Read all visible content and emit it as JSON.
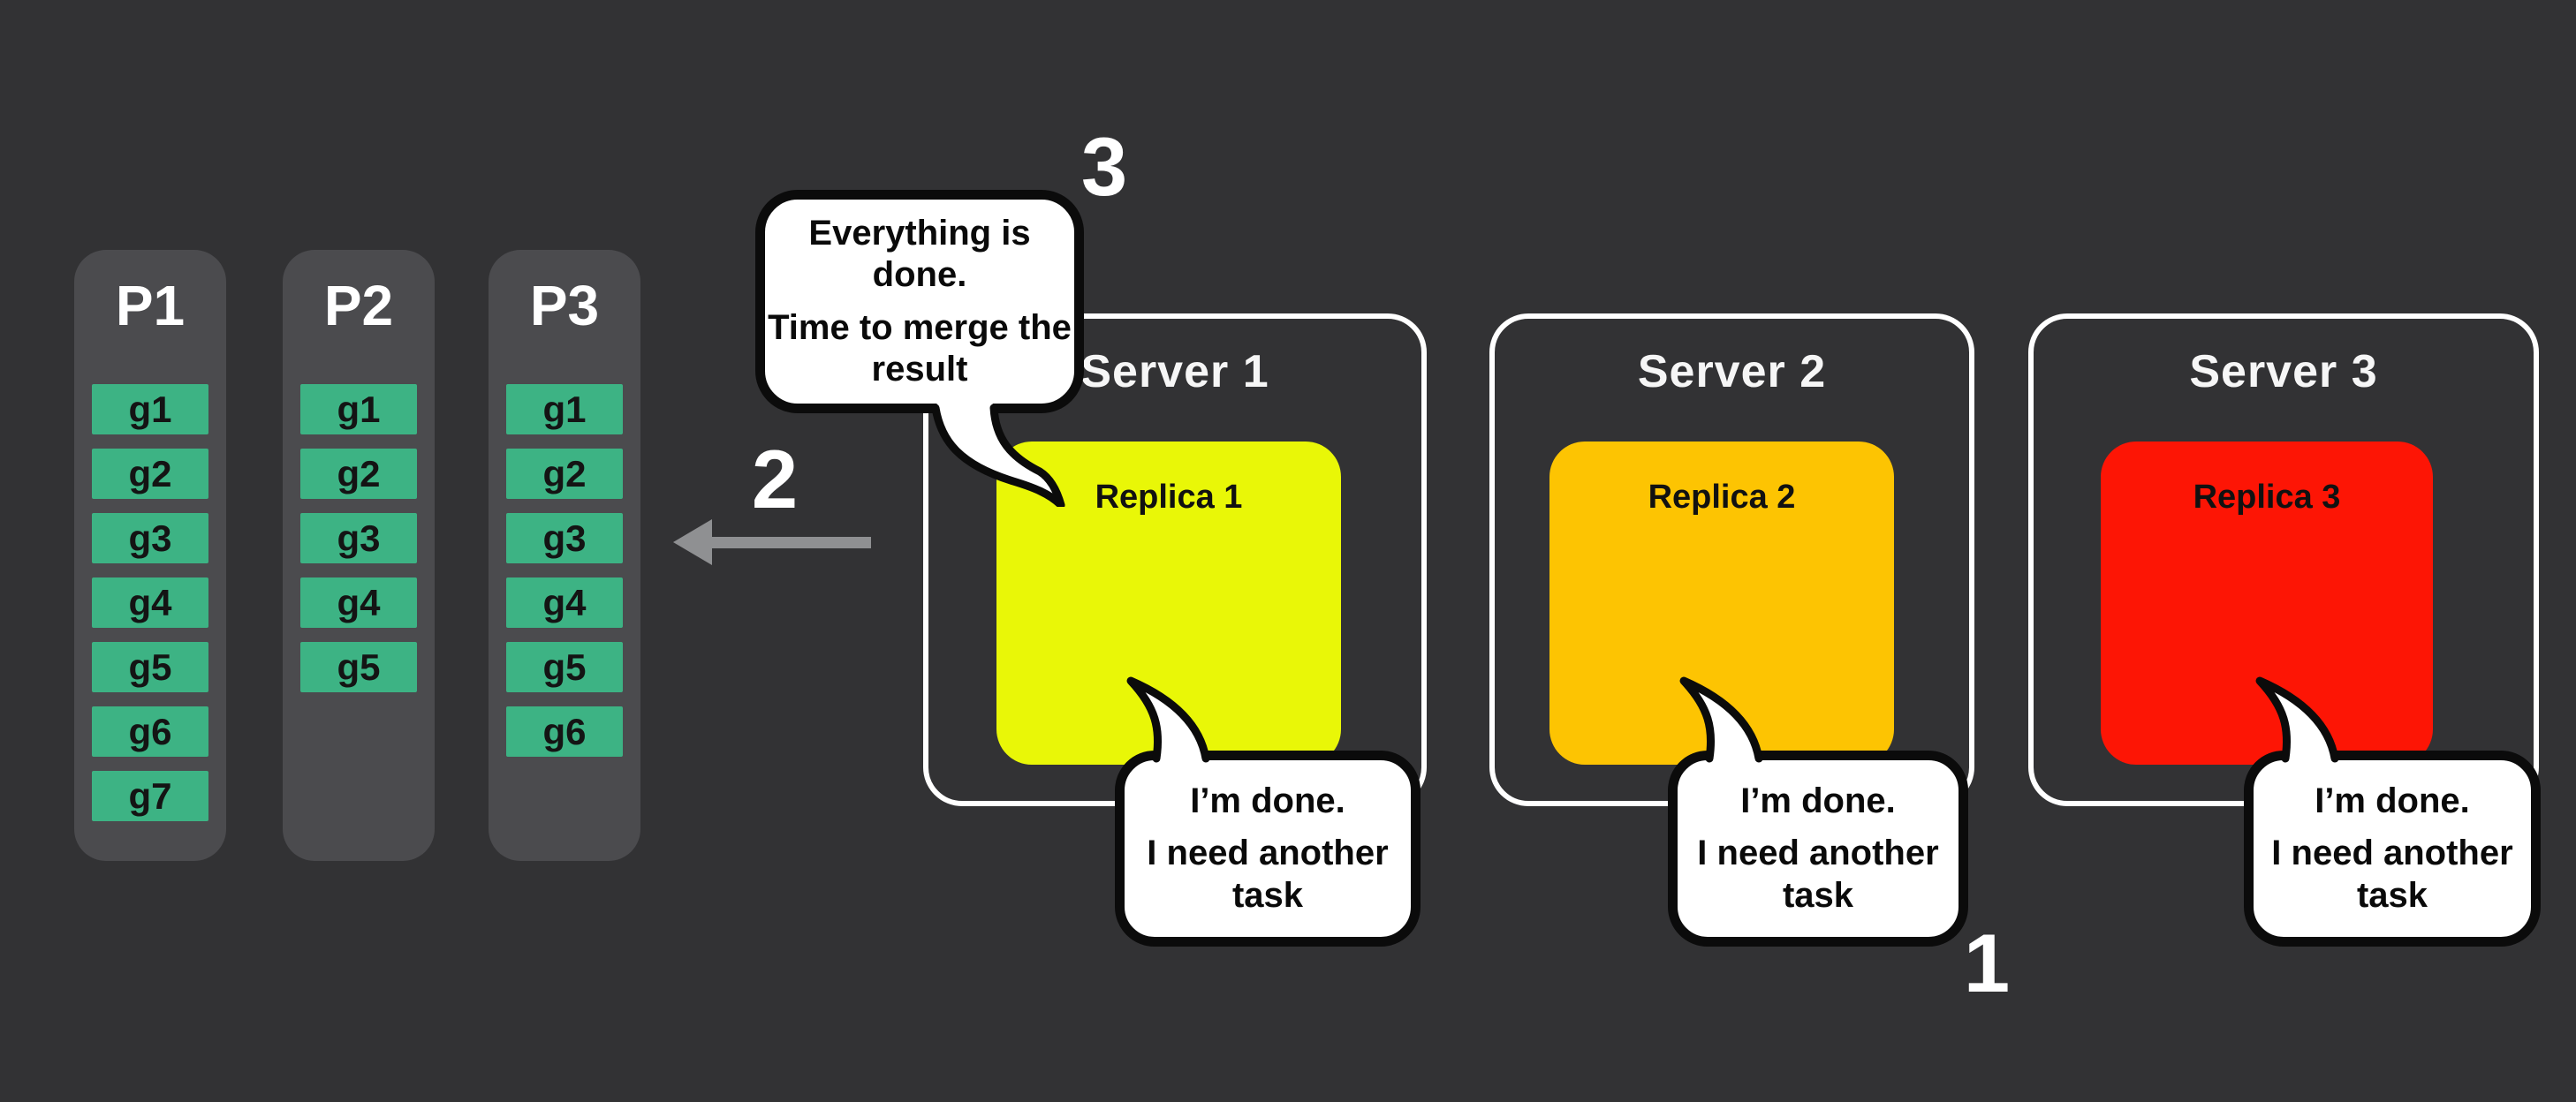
{
  "colors": {
    "background": "#323234",
    "partition_panel": "#4b4b4e",
    "task_green": "#3db384",
    "replica_yellow": "#e9f707",
    "replica_orange": "#fdc402",
    "replica_red": "#fd1505",
    "bubble_fill": "#ffffff",
    "outline_black": "#0b0b0b",
    "arrow_gray": "#8f9092",
    "text_white": "#ffffff",
    "text_black": "#111111"
  },
  "partitions": [
    {
      "label": "P1",
      "tasks": [
        "g1",
        "g2",
        "g3",
        "g4",
        "g5",
        "g6",
        "g7"
      ]
    },
    {
      "label": "P2",
      "tasks": [
        "g1",
        "g2",
        "g3",
        "g4",
        "g5"
      ]
    },
    {
      "label": "P3",
      "tasks": [
        "g1",
        "g2",
        "g3",
        "g4",
        "g5",
        "g6"
      ]
    }
  ],
  "servers": [
    {
      "label": "Server 1",
      "replica_label": "Replica 1",
      "replica_color": "#e9f707"
    },
    {
      "label": "Server 2",
      "replica_label": "Replica 2",
      "replica_color": "#fdc402"
    },
    {
      "label": "Server 3",
      "replica_label": "Replica 3",
      "replica_color": "#fd1505"
    }
  ],
  "speech": {
    "merge_bubble": {
      "lines": [
        "Everything is done.",
        "Time to merge the result"
      ]
    },
    "done_bubble": {
      "lines": [
        "I’m done.",
        "I need another task"
      ]
    }
  },
  "step_labels": {
    "step1": "1",
    "step2": "2",
    "step3": "3"
  }
}
